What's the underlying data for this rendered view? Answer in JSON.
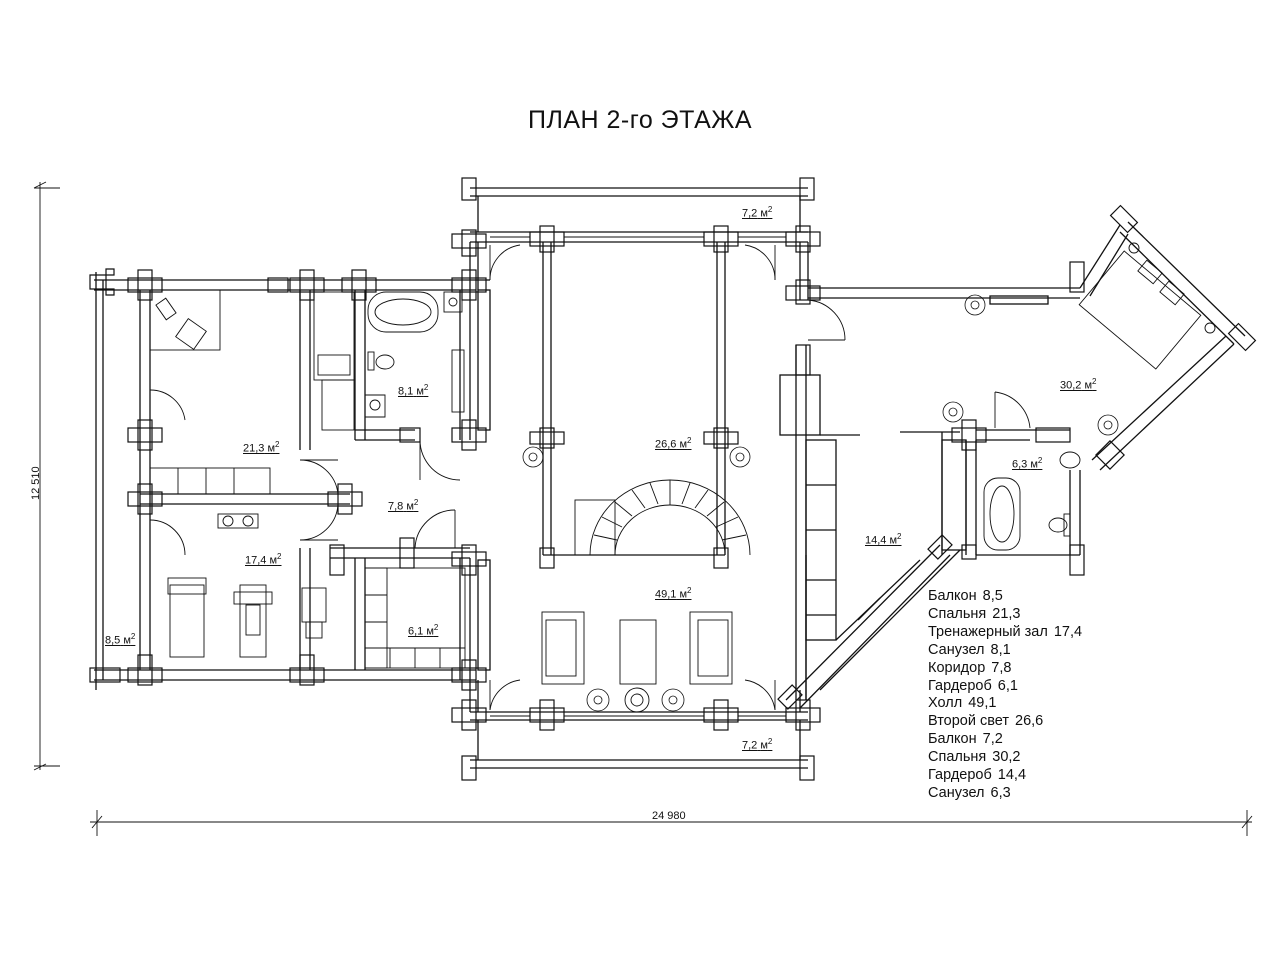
{
  "title": "ПЛАН 2-го ЭТАЖА",
  "area_unit": "м",
  "area_unit_power": "2",
  "rooms": [
    {
      "id": "balcony-west",
      "area": "8,5"
    },
    {
      "id": "bedroom-west",
      "area": "21,3"
    },
    {
      "id": "gym",
      "area": "17,4"
    },
    {
      "id": "bathroom-west",
      "area": "8,1"
    },
    {
      "id": "corridor",
      "area": "7,8"
    },
    {
      "id": "wardrobe-west",
      "area": "6,1"
    },
    {
      "id": "hall",
      "area": "49,1"
    },
    {
      "id": "second-light",
      "area": "26,6"
    },
    {
      "id": "balcony-top",
      "area": "7,2"
    },
    {
      "id": "balcony-bottom",
      "area": "7,2"
    },
    {
      "id": "bedroom-east",
      "area": "30,2"
    },
    {
      "id": "wardrobe-east",
      "area": "14,4"
    },
    {
      "id": "bathroom-east",
      "area": "6,3"
    }
  ],
  "dimensions": {
    "width": "24 980",
    "height": "12 510"
  },
  "legend": [
    {
      "name": "Балкон",
      "value": "8,5"
    },
    {
      "name": "Спальня",
      "value": "21,3"
    },
    {
      "name": "Тренажерный зал",
      "value": "17,4"
    },
    {
      "name": "Санузел",
      "value": "8,1"
    },
    {
      "name": "Коридор",
      "value": "7,8"
    },
    {
      "name": "Гардероб",
      "value": "6,1"
    },
    {
      "name": "Холл",
      "value": "49,1"
    },
    {
      "name": "Второй свет",
      "value": "26,6"
    },
    {
      "name": "Балкон",
      "value": "7,2"
    },
    {
      "name": "Спальня",
      "value": "30,2"
    },
    {
      "name": "Гардероб",
      "value": "14,4"
    },
    {
      "name": "Санузел",
      "value": "6,3"
    }
  ],
  "colors": {
    "line": "#111111",
    "background": "#ffffff"
  }
}
